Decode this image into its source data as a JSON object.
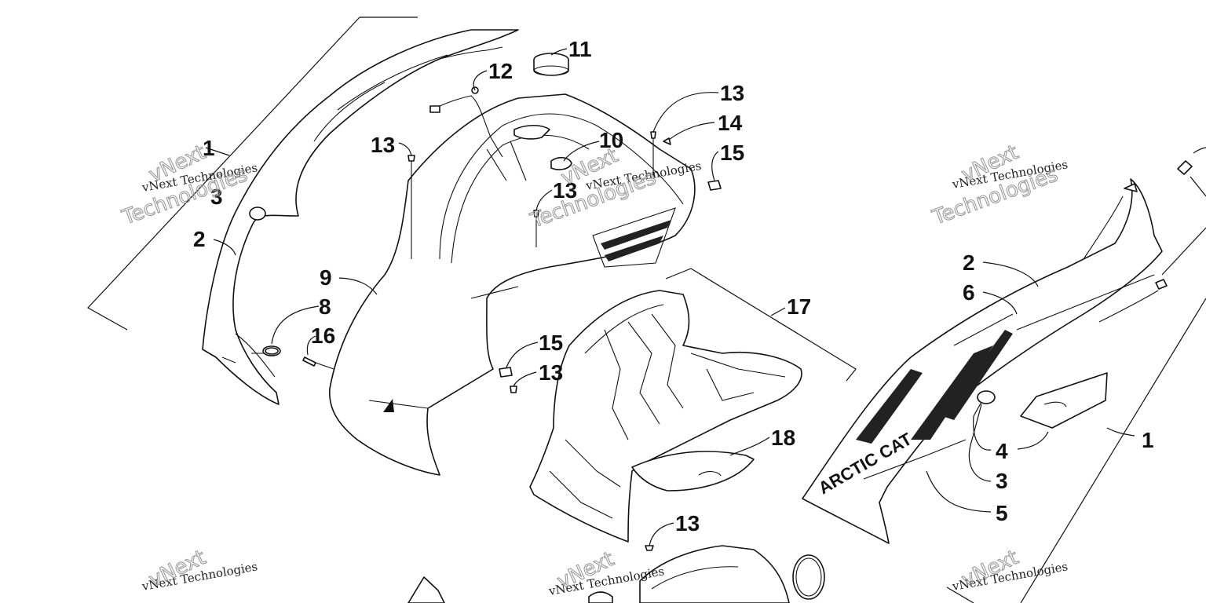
{
  "watermark": {
    "line1": "vNext Technologies",
    "line2": "Technologies",
    "line3": "vNext"
  },
  "logo": "ARCTIC CAT",
  "callouts": [
    {
      "id": "c1a",
      "label": "1"
    },
    {
      "id": "c2a",
      "label": "2"
    },
    {
      "id": "c3a",
      "label": "3"
    },
    {
      "id": "c8",
      "label": "8"
    },
    {
      "id": "c16",
      "label": "16"
    },
    {
      "id": "c9",
      "label": "9"
    },
    {
      "id": "c12",
      "label": "12"
    },
    {
      "id": "c11",
      "label": "11"
    },
    {
      "id": "c13a",
      "label": "13"
    },
    {
      "id": "c13b",
      "label": "13"
    },
    {
      "id": "c10",
      "label": "10"
    },
    {
      "id": "c13c",
      "label": "13"
    },
    {
      "id": "c14",
      "label": "14"
    },
    {
      "id": "c15a",
      "label": "15"
    },
    {
      "id": "c15b",
      "label": "15"
    },
    {
      "id": "c13d",
      "label": "13"
    },
    {
      "id": "c17",
      "label": "17"
    },
    {
      "id": "c18",
      "label": "18"
    },
    {
      "id": "c13e",
      "label": "13"
    },
    {
      "id": "c2b",
      "label": "2"
    },
    {
      "id": "c6",
      "label": "6"
    },
    {
      "id": "c1b",
      "label": "1"
    },
    {
      "id": "c4",
      "label": "4"
    },
    {
      "id": "c3b",
      "label": "3"
    },
    {
      "id": "c5",
      "label": "5"
    }
  ]
}
